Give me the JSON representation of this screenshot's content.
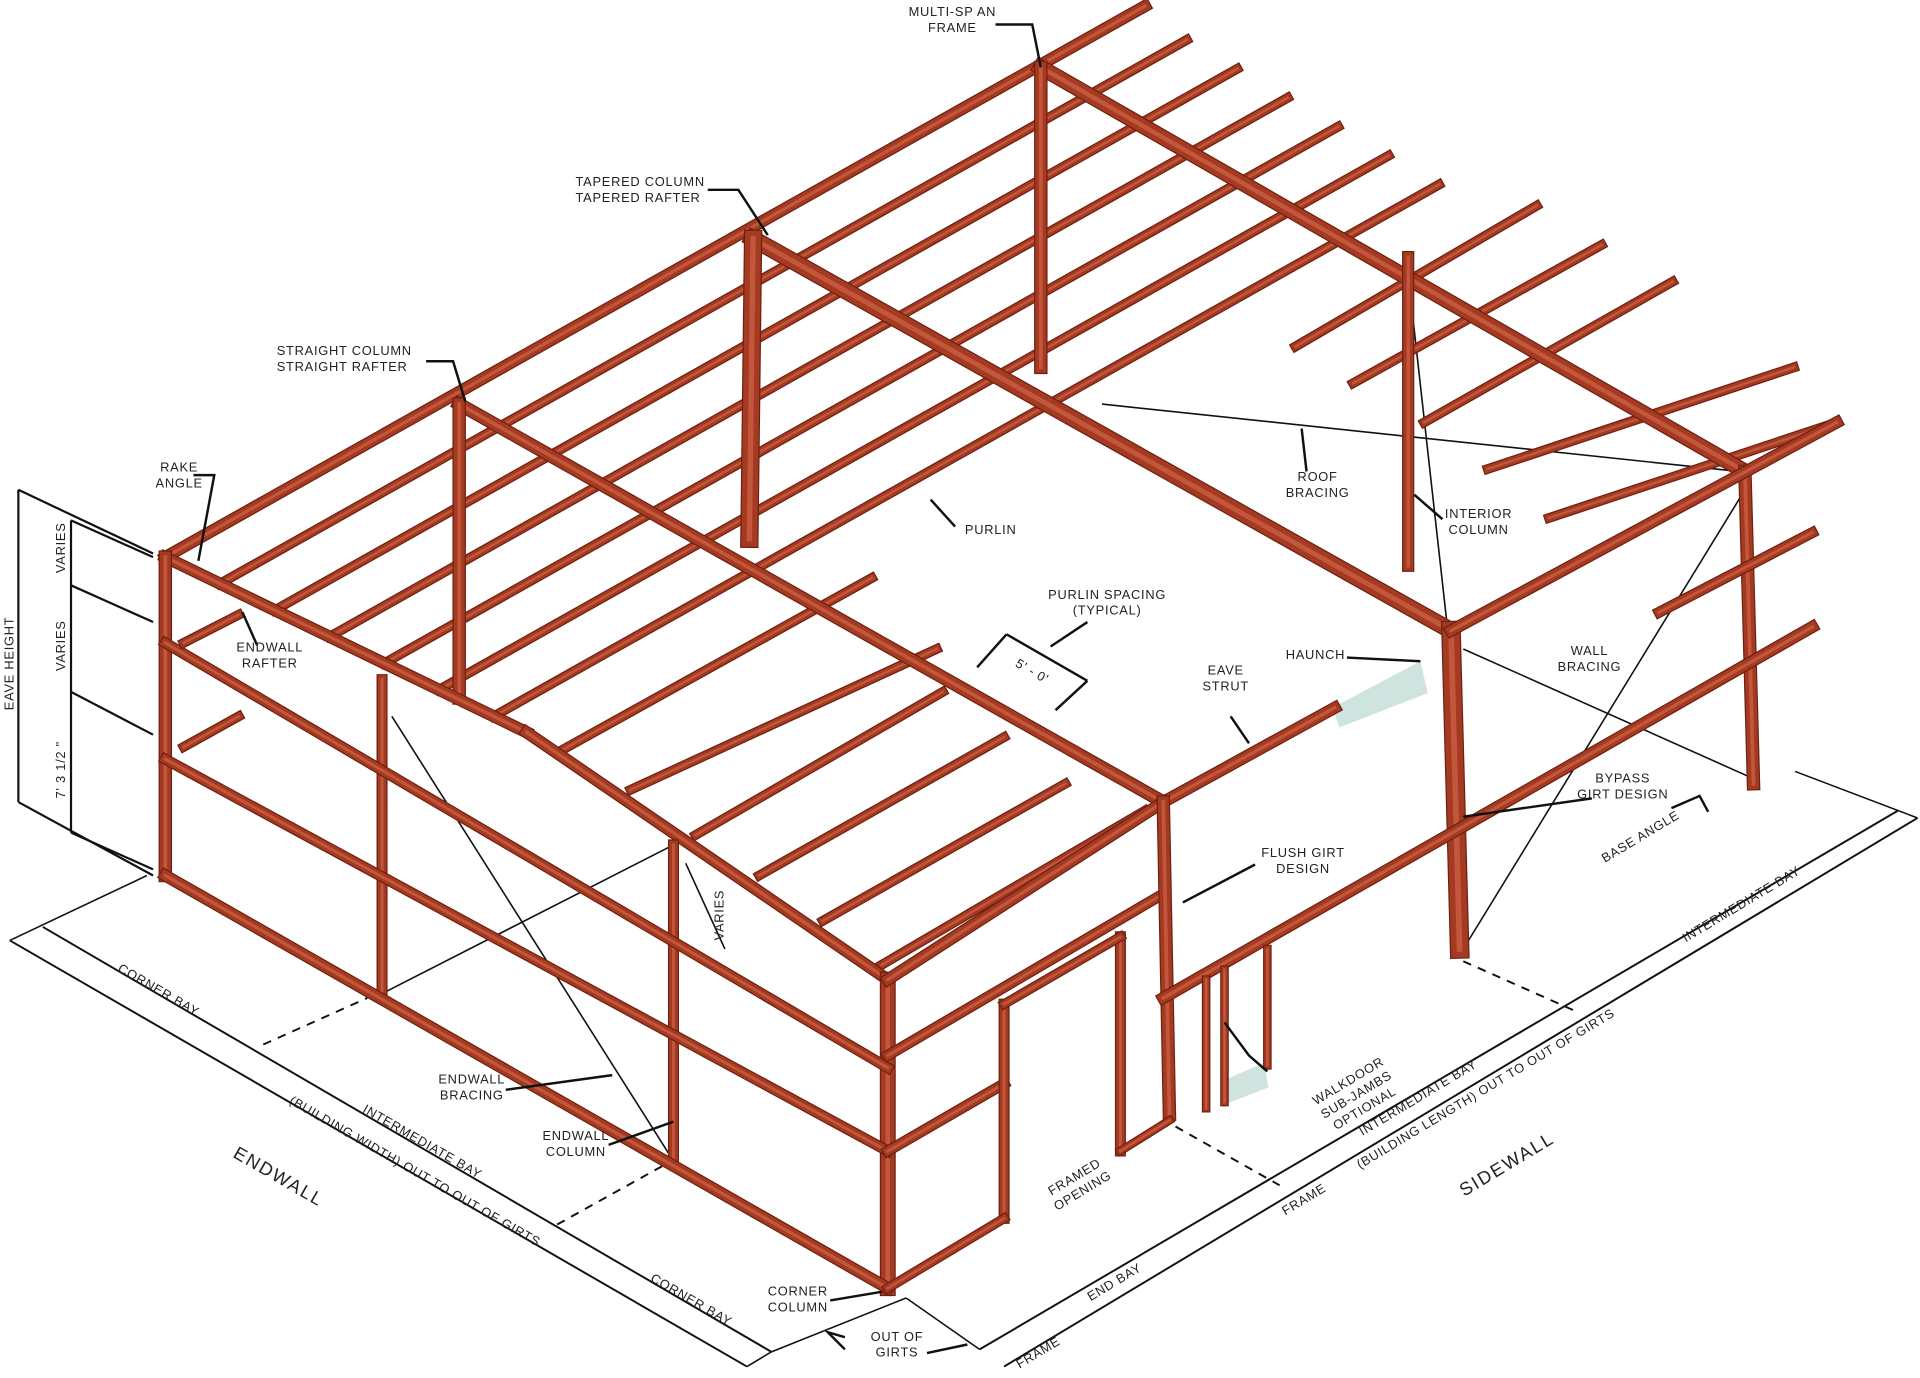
{
  "colors": {
    "steel": "#a53a22",
    "steel_edge": "#6e2010",
    "steel_highlight": "#c2573b",
    "accent_panel": "#cfe3df",
    "line": "#111111"
  },
  "labels": {
    "multi_span_frame": [
      "MULTI-SP AN",
      "FRAME"
    ],
    "tapered": [
      "TAPERED COLUMN",
      "TAPERED RAFTER"
    ],
    "straight": [
      "STRAIGHT COLUMN",
      "STRAIGHT RAFTER"
    ],
    "rake_angle": [
      "RAKE",
      "ANGLE"
    ],
    "eave_height": "EAVE HEIGHT",
    "varies_top": "VARIES",
    "varies_mid": "VARIES",
    "girt_height": "7' 3 1/2 \"",
    "endwall_rafter": [
      "ENDWALL",
      "RAFTER"
    ],
    "purlin": "PURLIN",
    "roof_bracing": [
      "ROOF",
      "BRACING"
    ],
    "interior_column": [
      "INTERIOR",
      "COLUMN"
    ],
    "purlin_spacing": [
      "PURLIN SPACING",
      "(TYPICAL)"
    ],
    "purlin_spacing_value": "5' - 0'",
    "eave_strut": [
      "EAVE",
      "STRUT"
    ],
    "haunch": "HAUNCH",
    "wall_bracing": [
      "WALL",
      "BRACING"
    ],
    "bypass_girt": [
      "BYPASS",
      "GIRT DESIGN"
    ],
    "base_angle": "BASE ANGLE",
    "flush_girt": [
      "FLUSH GIRT",
      "DESIGN"
    ],
    "intermediate_bay_right": "INTERMEDIATE BAY",
    "varies_endwall": "VARIES",
    "corner_bay_left": "CORNER BAY",
    "endwall_bracing": [
      "ENDWALL",
      "BRACING"
    ],
    "walkdoor": [
      "WALKDOOR",
      "SUB-JAMBS",
      "OPTIONAL"
    ],
    "intermediate_bay_side": "INTERMEDIATE BAY",
    "building_length": "(BUILDING LENGTH) OUT TO OUT OF GIRTS",
    "endwall_column": [
      "ENDWALL",
      "COLUMN"
    ],
    "framed_opening": [
      "FRAMED",
      "OPENING"
    ],
    "sidewall": "SIDEWALL",
    "endwall": "ENDWALL",
    "intermediate_bay_end": "INTERMEDIATE BAY",
    "building_width": "(BUILDING WIDTH) OUT TO OUT OF GIRTS",
    "frame_side": "FRAME",
    "end_bay": "END BAY",
    "corner_bay_right": "CORNER BAY",
    "corner_column": [
      "CORNER",
      "COLUMN"
    ],
    "out_of_girts": [
      "OUT OF",
      "GIRTS"
    ],
    "frame_corner": "FRAME"
  }
}
